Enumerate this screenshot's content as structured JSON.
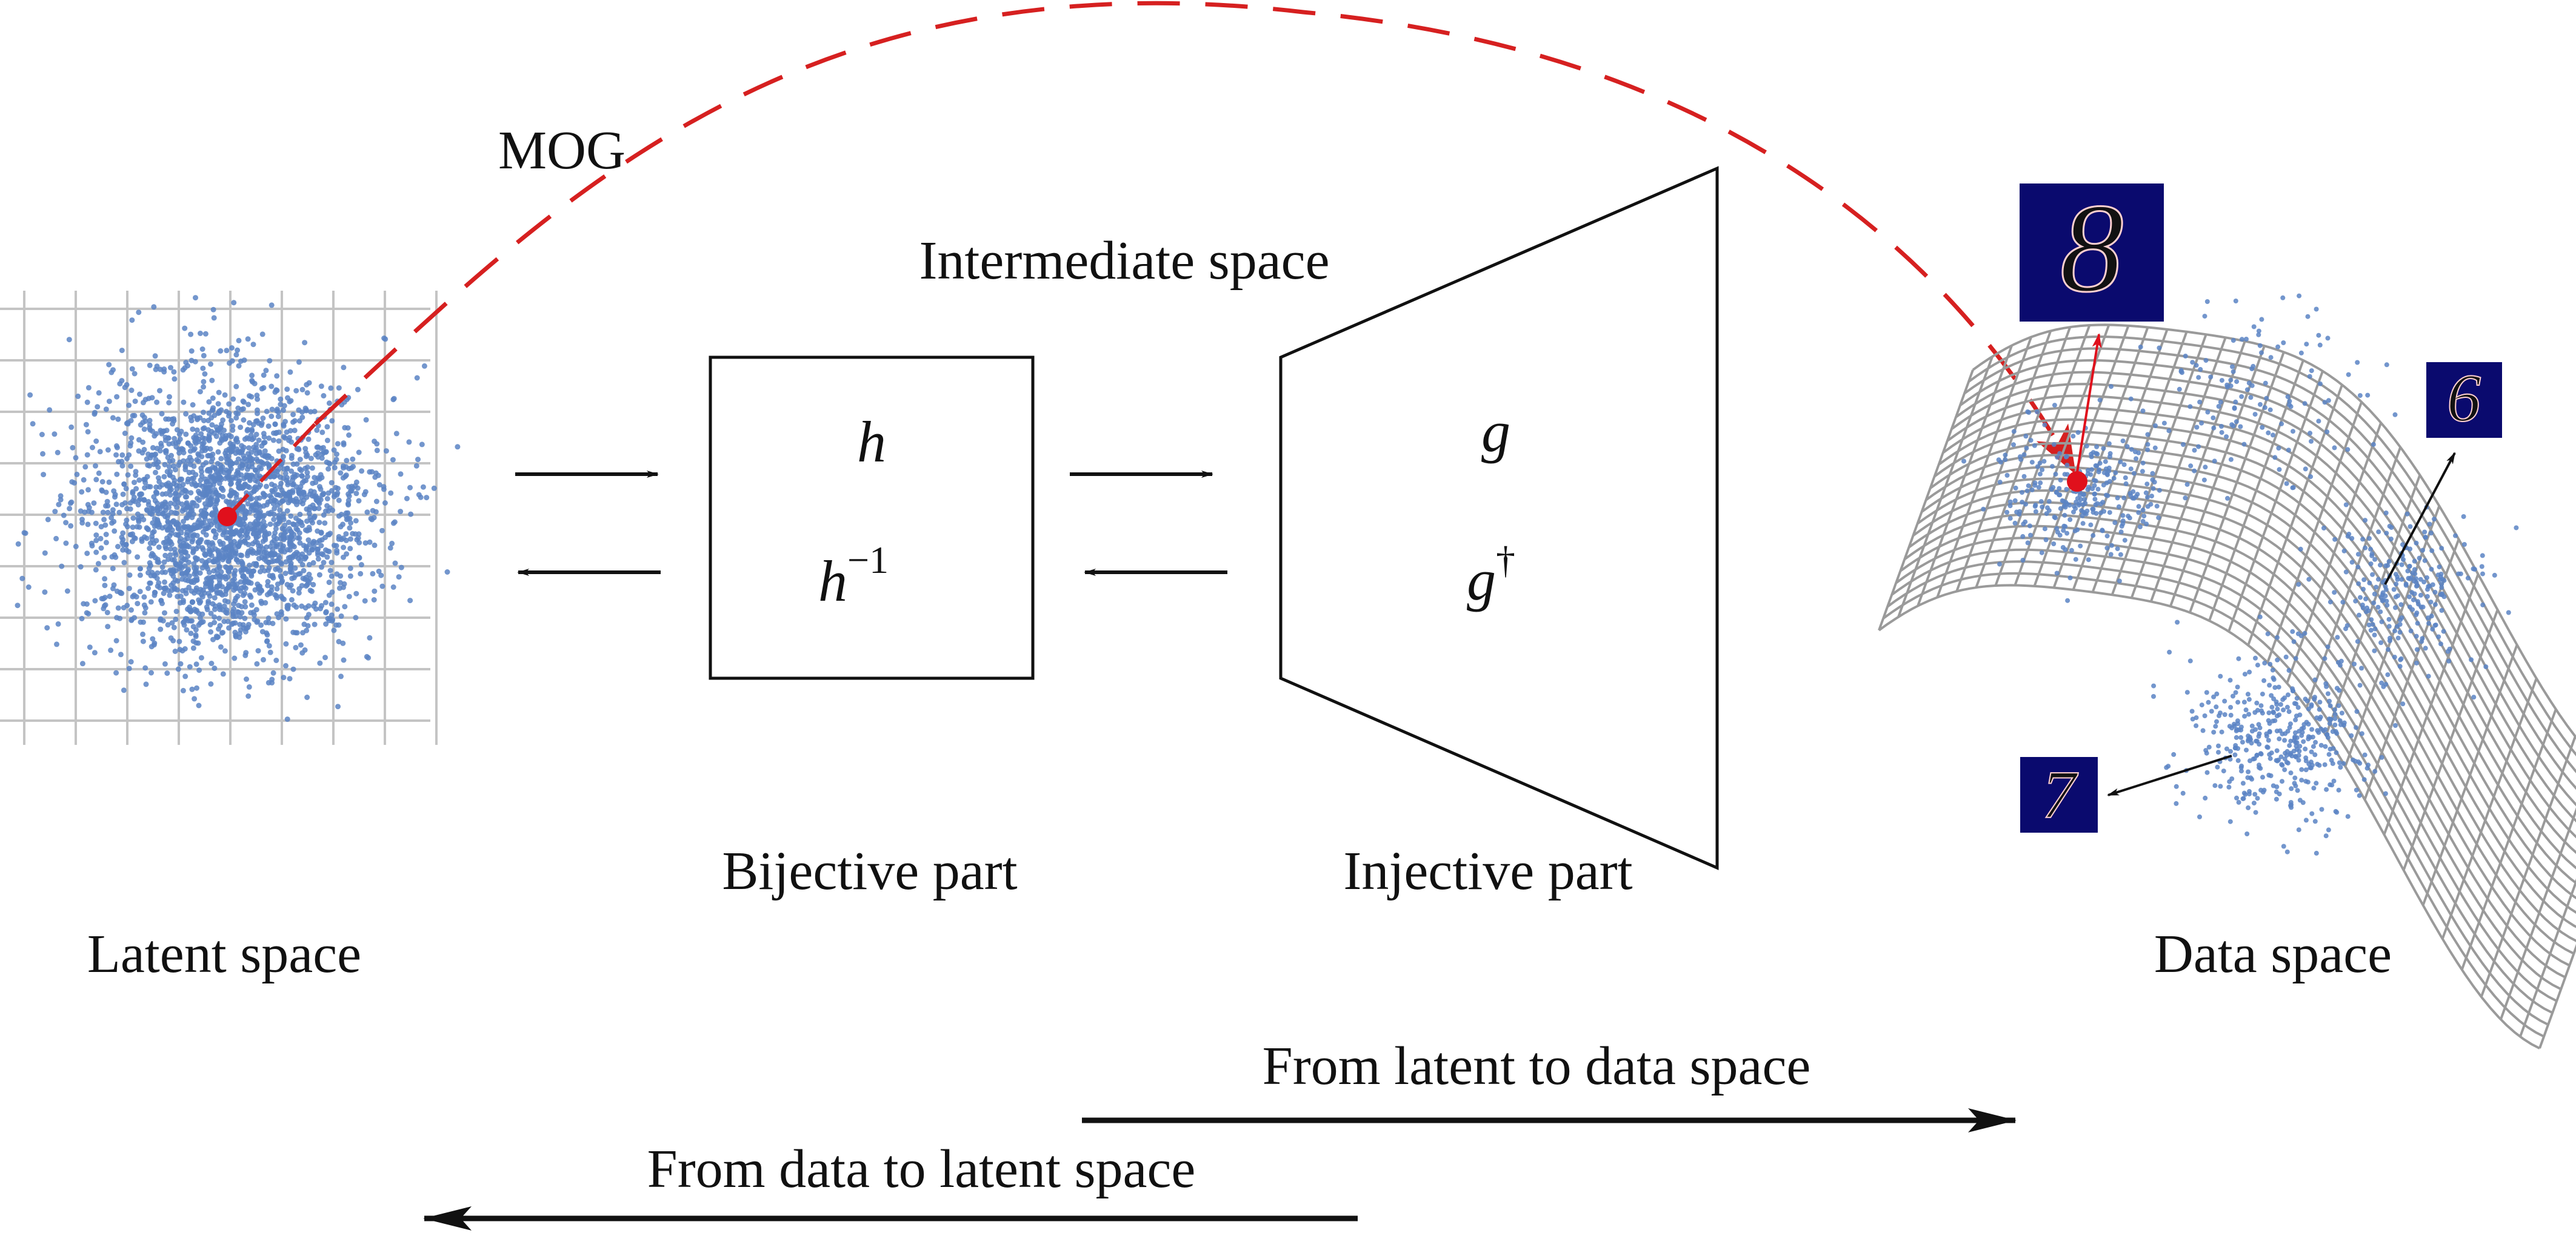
{
  "labels": {
    "latent_space": "Latent space",
    "bijective_part": "Bijective part",
    "injective_part": "Injective part",
    "intermediate_space": "Intermediate space",
    "data_space": "Data space",
    "mog": "MOG",
    "from_latent_to_data": "From latent to data space",
    "from_data_to_latent": "From data to latent space"
  },
  "math": {
    "h": "h",
    "h_inv_base": "h",
    "h_inv_sup": "−1",
    "g": "g",
    "g_dag_base": "g",
    "g_dag_sup": "†"
  },
  "digits": {
    "eight": "8",
    "six": "6",
    "seven": "7"
  },
  "colors": {
    "scatter": "#5b84c4",
    "highlight": "#e0101c",
    "dashed_arc": "#d62020",
    "mesh": "#9a9a9a",
    "digit_bg": "#0a0a6e",
    "digit_fg": "#d42a2a",
    "ink": "#111111"
  }
}
